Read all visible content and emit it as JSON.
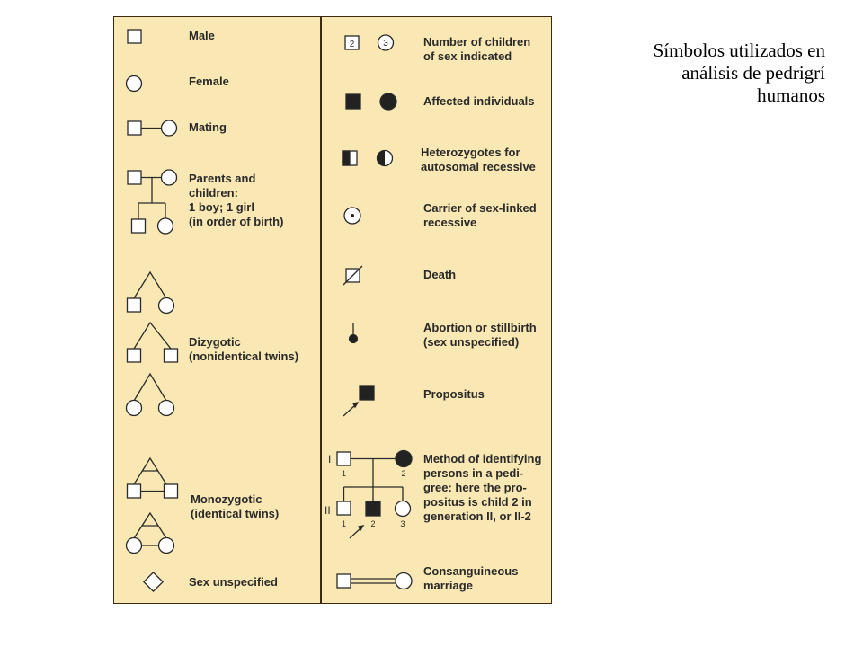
{
  "caption": "Símbolos utilizados en\nanálisis de pedrigrí\nhumanos",
  "legend": {
    "left": [
      {
        "label": "Male"
      },
      {
        "label": "Female"
      },
      {
        "label": "Mating"
      },
      {
        "label": "Parents and\nchildren:\n1 boy; 1 girl\n(in order of birth)"
      },
      {
        "label": "Dizygotic\n(nonidentical twins)"
      },
      {
        "label": "Monozygotic\n(identical twins)"
      },
      {
        "label": "Sex unspecified"
      }
    ],
    "right": [
      {
        "label": "Number of children\nof sex indicated",
        "male_count": "2",
        "female_count": "3"
      },
      {
        "label": "Affected individuals"
      },
      {
        "label": "Heterozygotes for\nautosomal recessive"
      },
      {
        "label": "Carrier of sex-linked\nrecessive"
      },
      {
        "label": "Death"
      },
      {
        "label": "Abortion or stillbirth\n(sex unspecified)"
      },
      {
        "label": "Propositus"
      },
      {
        "label": "Method of identifying\npersons in a pedi-\ngree: here the pro-\npositus is child 2 in\ngeneration II, or II-2",
        "gen1": "I",
        "gen2": "II",
        "gen1_nums": [
          "1",
          "2"
        ],
        "gen2_nums": [
          "1",
          "2",
          "3"
        ]
      },
      {
        "label": "Consanguineous\nmarriage"
      }
    ]
  },
  "colors": {
    "panel": "#f9e8b3",
    "ink": "#2a2a2a"
  }
}
